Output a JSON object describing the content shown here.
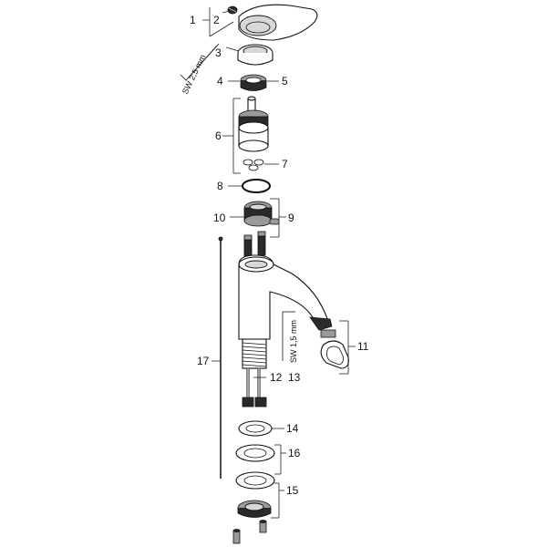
{
  "labels": {
    "p1": "1",
    "p2": "2",
    "p3": "3",
    "p4": "4",
    "p5": "5",
    "p6": "6",
    "p7": "7",
    "p8": "8",
    "p9": "9",
    "p10": "10",
    "p11": "11",
    "p12": "12",
    "p13": "13",
    "p14": "14",
    "p15": "15",
    "p16": "16",
    "p17": "17"
  },
  "wrench_labels": {
    "allen_key_large": "SW 2,5 mm",
    "allen_key_small": "SW 1,5 mm"
  }
}
